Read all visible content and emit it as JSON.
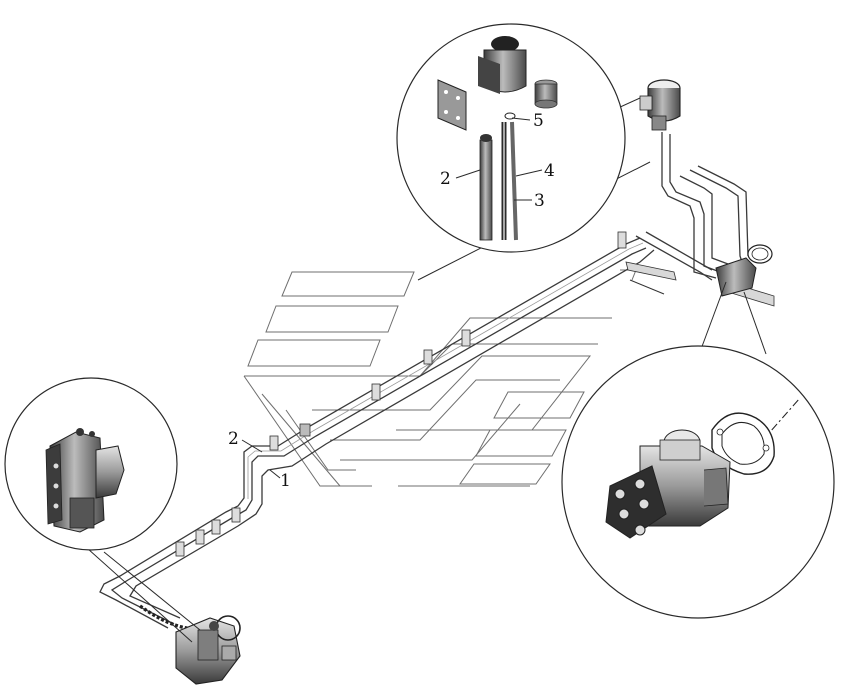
{
  "callouts": {
    "label_1": "1",
    "label_2": "2",
    "detail_label_2": "2",
    "detail_label_3": "3",
    "detail_label_4": "4",
    "detail_label_5": "5"
  },
  "icons": {
    "reservoir": "fluid-reservoir-icon",
    "gearbox": "steering-gear-icon",
    "pump": "power-steering-pump-icon",
    "gasket": "gasket-icon"
  },
  "colors": {
    "line": "#2a2a2a",
    "metal_dark": "#3c3c3c",
    "metal_mid": "#8a8a8a",
    "metal_light": "#c8c8c8"
  }
}
